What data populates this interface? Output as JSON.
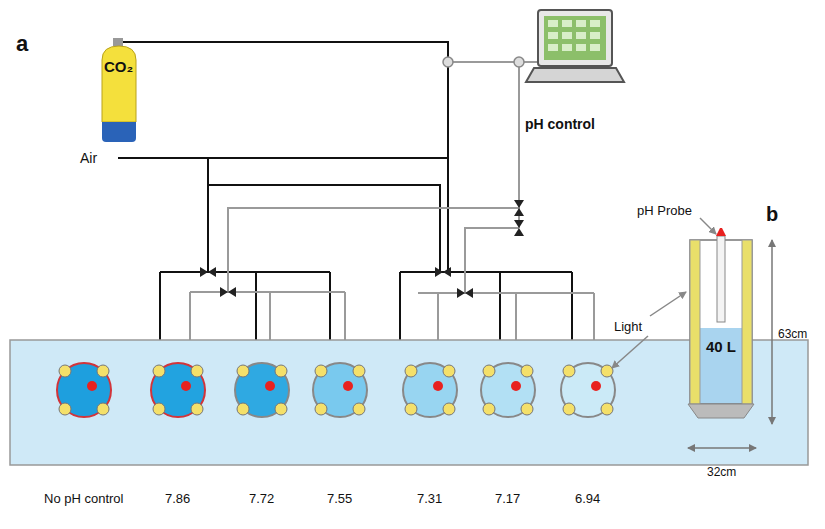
{
  "diagram": {
    "nodes": [
      {
        "text": [
          "CO₂"
        ]
      },
      {
        "text": [
          "40 L"
        ]
      }
    ],
    "labels": [
      "a",
      "Air",
      "pH control",
      "No pH control",
      "7.86",
      "7.72",
      "7.55",
      "7.31",
      "7.17",
      "6.94",
      "Light",
      "pH Probe",
      "b",
      "63cm",
      "32cm"
    ]
  }
}
